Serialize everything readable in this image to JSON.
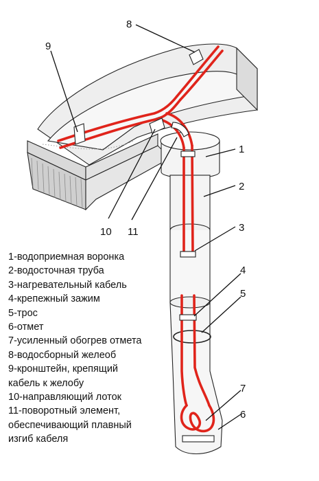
{
  "callouts": [
    {
      "id": "1",
      "label": "1"
    },
    {
      "id": "2",
      "label": "2"
    },
    {
      "id": "3",
      "label": "3"
    },
    {
      "id": "4",
      "label": "4"
    },
    {
      "id": "5",
      "label": "5"
    },
    {
      "id": "6",
      "label": "6"
    },
    {
      "id": "7",
      "label": "7"
    },
    {
      "id": "8",
      "label": "8"
    },
    {
      "id": "9",
      "label": "9"
    },
    {
      "id": "10",
      "label": "10"
    },
    {
      "id": "11",
      "label": "11"
    }
  ],
  "legend": [
    "1-водоприемная воронка",
    "2-водосточная труба",
    "3-нагревательный кабель",
    "4-крепежный зажим",
    "5-трос",
    "6-отмет",
    "7-усиленный обогрев отмета",
    "8-водосборный желеоб",
    "9-кронштейн, крепящий",
    "кабель к  желобу",
    "10-направляющий лоток",
    "11-поворотный элемент,",
    "обеспечивающий плавный",
    "изгиб кабеля"
  ],
  "colors": {
    "cable": "#e0241b",
    "gutter_top": "#ececec",
    "gutter_side": "#d6d6d6",
    "pipe": "#f4f4f4",
    "outline": "#222222"
  }
}
